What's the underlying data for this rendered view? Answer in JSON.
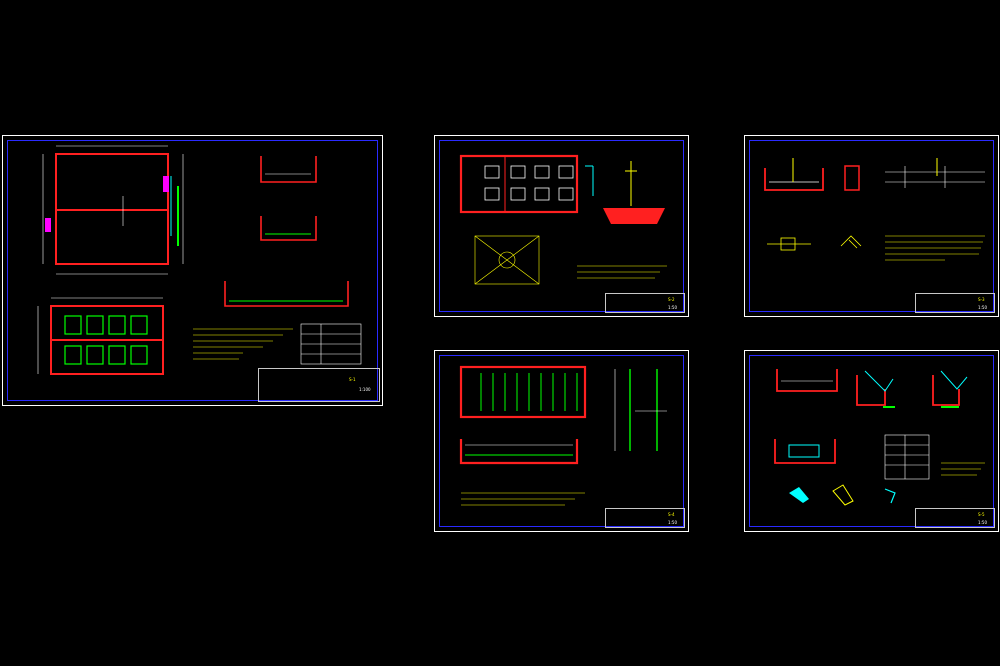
{
  "viewer": {
    "background": "#000000",
    "sheet_border_color": "#ffffff",
    "frame_color": "#2a2aff"
  },
  "colors": {
    "wall": "#ff2020",
    "dimension": "#ffffff",
    "annotation": "#ffff00",
    "pipe": "#00ff00",
    "cyan": "#00ffff",
    "magenta": "#ff00ff",
    "blue": "#3a3aff"
  },
  "sheets": [
    {
      "id": "sheet-1",
      "title_block_number": "S-1",
      "title_block_scale": "1:100"
    },
    {
      "id": "sheet-2",
      "title_block_number": "S-2",
      "title_block_scale": "1:50"
    },
    {
      "id": "sheet-3",
      "title_block_number": "S-3",
      "title_block_scale": "1:50"
    },
    {
      "id": "sheet-4",
      "title_block_number": "S-4",
      "title_block_scale": "1:50"
    },
    {
      "id": "sheet-5",
      "title_block_number": "S-5",
      "title_block_scale": "1:50"
    }
  ]
}
